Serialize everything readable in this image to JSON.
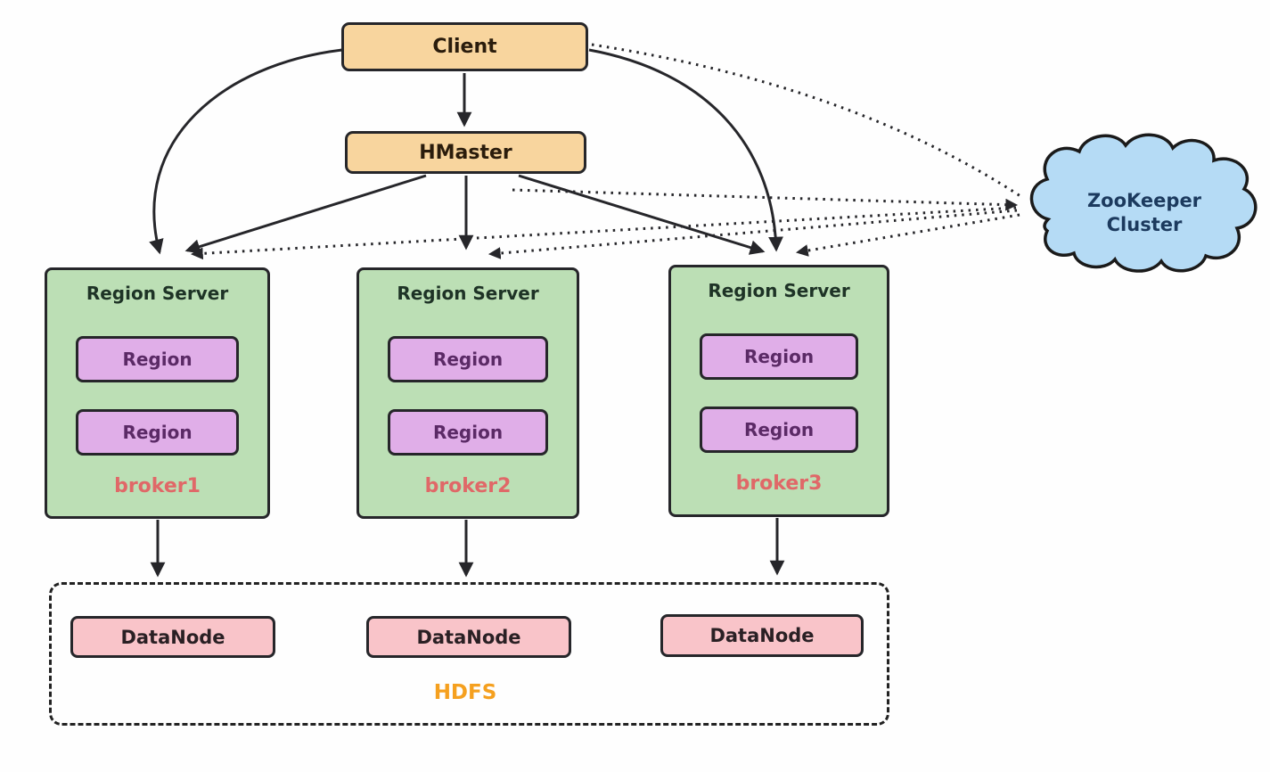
{
  "diagram": {
    "client": {
      "label": "Client"
    },
    "hmaster": {
      "label": "HMaster"
    },
    "zookeeper": {
      "label": "ZooKeeper Cluster"
    },
    "region_servers": [
      {
        "title": "Region Server",
        "regions": [
          "Region",
          "Region"
        ],
        "broker": "broker1"
      },
      {
        "title": "Region Server",
        "regions": [
          "Region",
          "Region"
        ],
        "broker": "broker2"
      },
      {
        "title": "Region Server",
        "regions": [
          "Region",
          "Region"
        ],
        "broker": "broker3"
      }
    ],
    "hdfs": {
      "label": "HDFS",
      "datanodes": [
        "DataNode",
        "DataNode",
        "DataNode"
      ]
    },
    "colors": {
      "client_fill": "#f8d59e",
      "region_server_fill": "#bcdfb5",
      "region_fill": "#e0aee8",
      "datanode_fill": "#f9c4c9",
      "cloud_fill": "#b5dbf5",
      "broker_text": "#e06868",
      "hdfs_text": "#f5a01f",
      "line": "#26262a"
    }
  }
}
